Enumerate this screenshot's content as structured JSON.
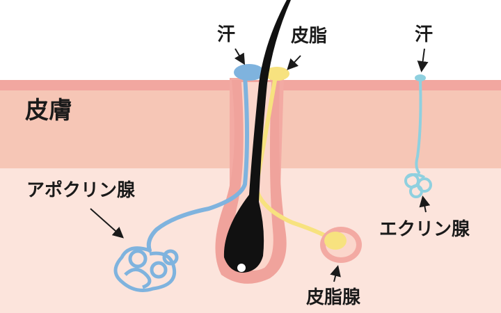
{
  "labels": {
    "skin": "皮膚",
    "sweat_top_left": "汗",
    "sebum_top": "皮脂",
    "sweat_top_right": "汗",
    "apocrine_gland": "アポクリン腺",
    "sebaceous_gland": "皮脂腺",
    "eccrine_gland": "エクリン腺"
  },
  "colors": {
    "background": "#ffffff",
    "skin_surface_line": "#f2a7a0",
    "epidermis": "#f6c6b6",
    "dermis": "#fce4dc",
    "follicle_sheath": "#f3aaa3",
    "follicle_inner": "#fbd6cb",
    "hair": "#111111",
    "sweat": "#7fb3de",
    "sebum": "#f7e27f",
    "eccrine": "#8fd0df",
    "arrow": "#1a1a1a"
  },
  "icons": {
    "hair": "hair-shaft-icon",
    "apocrine": "coiled-gland-icon",
    "sebaceous": "sebaceous-gland-icon",
    "eccrine": "coiled-gland-icon"
  }
}
